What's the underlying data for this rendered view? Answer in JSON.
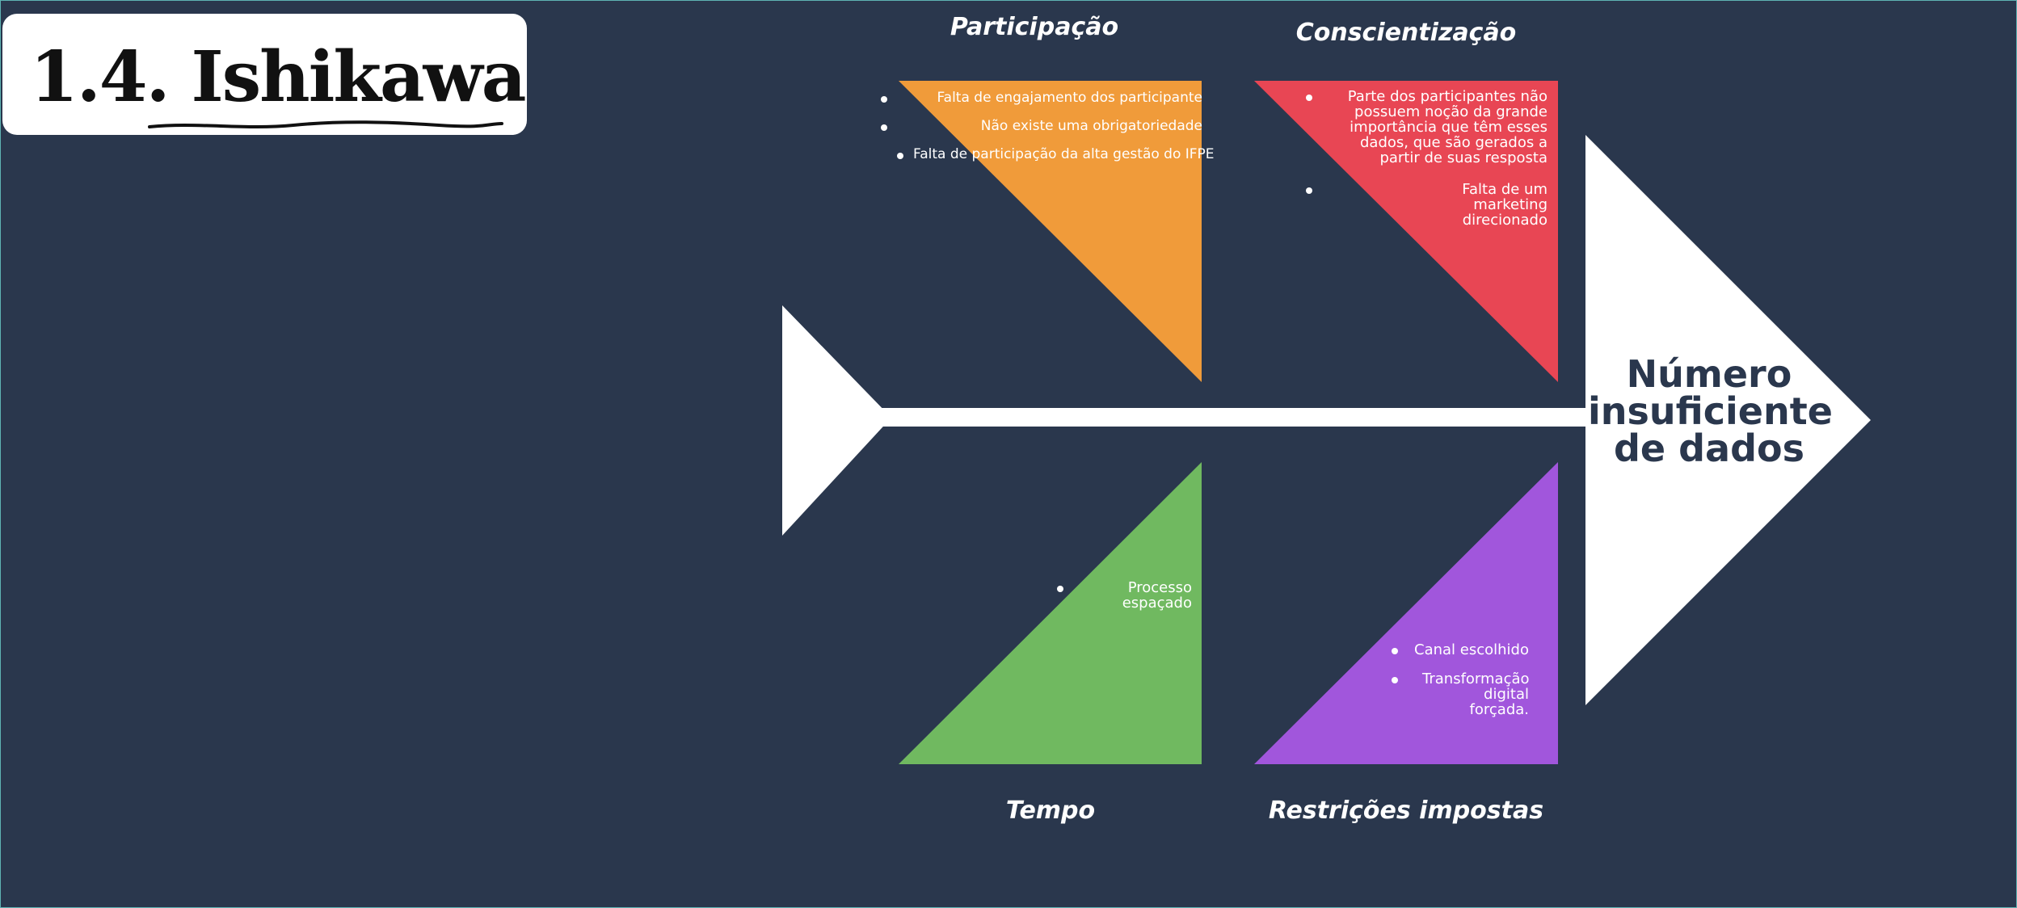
{
  "title": {
    "number": "1.4.",
    "name": "Ishikawa"
  },
  "effect": {
    "lines": [
      "Número",
      "insuficiente",
      "de dados"
    ]
  },
  "categories": {
    "participacao": {
      "label": "Participação",
      "color": "#f09b3a",
      "items": [
        "Falta de engajamento dos participante",
        "Não existe uma obrigatoriedade",
        "Falta de participação da alta gestão do IFPE"
      ]
    },
    "conscientizacao": {
      "label": "Conscientização",
      "color": "#e84654",
      "items": [
        "Parte dos participantes não possuem noção da grande importância que têm esses dados, que são gerados a partir de suas resposta",
        "Falta de um marketing direcionado"
      ]
    },
    "tempo": {
      "label": "Tempo",
      "color": "#70b960",
      "items": [
        "Processo espaçado"
      ]
    },
    "restricoes": {
      "label": "Restrições impostas",
      "color": "#a156dc",
      "items": [
        "Canal escolhido",
        "Transformação digital forçada."
      ]
    }
  },
  "colors": {
    "background": "#2a374d",
    "skeleton": "#ffffff"
  }
}
